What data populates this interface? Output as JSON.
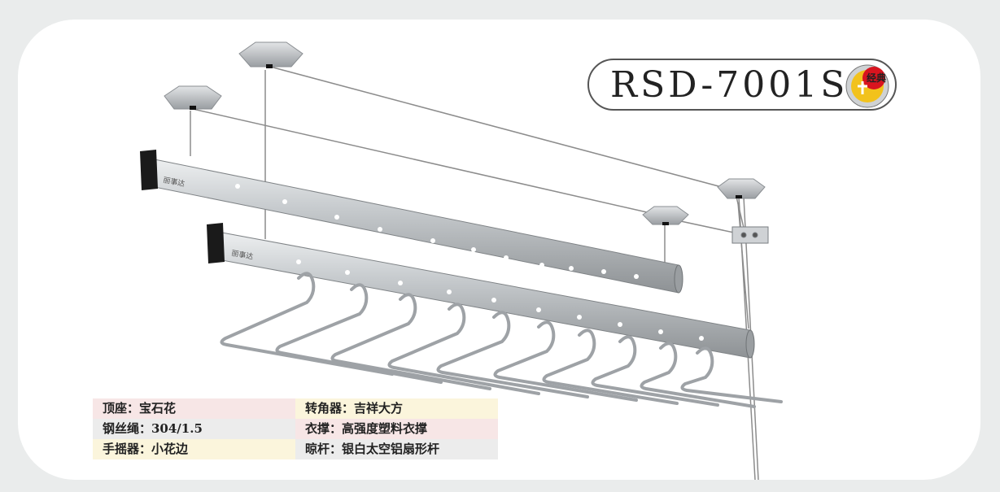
{
  "product": {
    "model": "RSD-7001S",
    "badge_text": "经典",
    "rod_brand": "丽事达"
  },
  "colors": {
    "background": "#eaecec",
    "card": "#ffffff",
    "rod": "#b8bcbf",
    "badge_red": "#d8141f",
    "badge_yellow": "#f2c21c"
  },
  "specs": [
    {
      "left": "顶座：宝石花",
      "right": "转角器：吉祥大方"
    },
    {
      "left": "钢丝绳：304/1.5",
      "right": "衣撑：高强度塑料衣撑"
    },
    {
      "left": "手摇器：小花边",
      "right": "晾杆：银白太空铝扇形杆"
    }
  ]
}
